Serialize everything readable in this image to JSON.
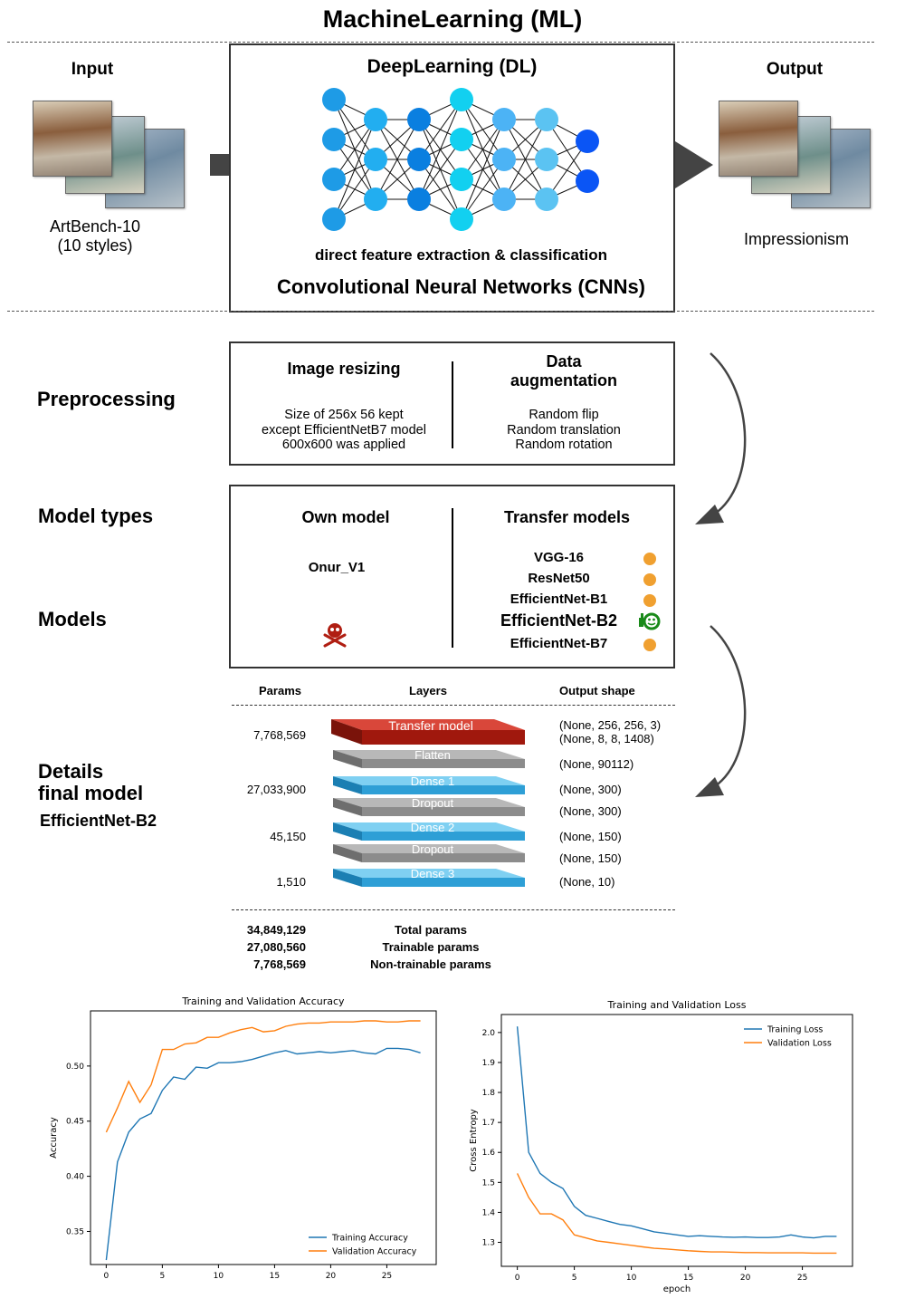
{
  "title": "MachineLearning (ML)",
  "top": {
    "input_label": "Input",
    "input_caption_1": "ArtBench-10",
    "input_caption_2": "(10 styles)",
    "dl_title": "DeepLearning (DL)",
    "dl_caption": "direct feature extraction & classification",
    "dl_subtitle": "Convolutional Neural Networks (CNNs)",
    "output_label": "Output",
    "output_caption": "Impressionism"
  },
  "preprocessing": {
    "heading": "Preprocessing",
    "left_title": "Image resizing",
    "left_lines": [
      "Size of 256x 56 kept",
      "except EfficientNetB7 model",
      "600x600 was applied"
    ],
    "right_title_1": "Data",
    "right_title_2": "augmentation",
    "right_lines": [
      "Random flip",
      "Random translation",
      "Random rotation"
    ]
  },
  "models": {
    "heading_types": "Model types",
    "heading_models": "Models",
    "own_title": "Own model",
    "own_model": "Onur_V1",
    "transfer_title": "Transfer models",
    "transfer_list": [
      "VGG-16",
      "ResNet50",
      "EfficientNet-B1",
      "EfficientNet-B2",
      "EfficientNet-B7"
    ]
  },
  "details": {
    "heading_1": "Details",
    "heading_2": "final model",
    "heading_3": "EfficientNet-B2",
    "col_params": "Params",
    "col_layers": "Layers",
    "col_output": "Output shape",
    "layers": [
      {
        "name": "Transfer model",
        "params": "7,768,569",
        "output": "(None, 256, 256, 3)",
        "output2": "(None, 8, 8, 1408)",
        "color": "#b01e12"
      },
      {
        "name": "Flatten",
        "params": "",
        "output": "(None, 90112)",
        "output2": "",
        "color": "#9a9a9a"
      },
      {
        "name": "Dense 1",
        "params": "27,033,900",
        "output": "(None, 300)",
        "output2": "",
        "color": "#3aa8dc"
      },
      {
        "name": "Dropout",
        "params": "",
        "output": "(None, 300)",
        "output2": "",
        "color": "#9a9a9a"
      },
      {
        "name": "Dense 2",
        "params": "45,150",
        "output": "(None, 150)",
        "output2": "",
        "color": "#3aa8dc"
      },
      {
        "name": "Dropout",
        "params": "",
        "output": "(None, 150)",
        "output2": "",
        "color": "#9a9a9a"
      },
      {
        "name": "Dense 3",
        "params": "1,510",
        "output": "(None, 10)",
        "output2": "",
        "color": "#3aa8dc"
      }
    ],
    "totals": [
      {
        "value": "34,849,129",
        "label": "Total params"
      },
      {
        "value": "27,080,560",
        "label": "Trainable params"
      },
      {
        "value": "7,768,569",
        "label": "Non-trainable params"
      }
    ]
  },
  "chart_data": [
    {
      "type": "line",
      "title": "Training and Validation Accuracy",
      "xlabel": "",
      "ylabel": "Accuracy",
      "xlim": [
        -1.4,
        29.4
      ],
      "ylim": [
        0.32,
        0.55
      ],
      "xticks": [
        0,
        5,
        10,
        15,
        20,
        25
      ],
      "yticks": [
        0.35,
        0.4,
        0.45,
        0.5
      ],
      "legend": "lower-right",
      "x": [
        0,
        1,
        2,
        3,
        4,
        5,
        6,
        7,
        8,
        9,
        10,
        11,
        12,
        13,
        14,
        15,
        16,
        17,
        18,
        19,
        20,
        21,
        22,
        23,
        24,
        25,
        26,
        27,
        28
      ],
      "series": [
        {
          "name": "Training Accuracy",
          "color": "#1f77b4",
          "values": [
            0.324,
            0.413,
            0.44,
            0.452,
            0.457,
            0.478,
            0.49,
            0.488,
            0.499,
            0.498,
            0.503,
            0.503,
            0.504,
            0.506,
            0.509,
            0.512,
            0.514,
            0.511,
            0.512,
            0.513,
            0.512,
            0.513,
            0.514,
            0.512,
            0.511,
            0.516,
            0.516,
            0.515,
            0.512
          ]
        },
        {
          "name": "Validation Accuracy",
          "color": "#ff7f0e",
          "values": [
            0.44,
            0.462,
            0.486,
            0.467,
            0.483,
            0.515,
            0.515,
            0.52,
            0.521,
            0.526,
            0.526,
            0.53,
            0.533,
            0.535,
            0.531,
            0.532,
            0.536,
            0.538,
            0.539,
            0.539,
            0.54,
            0.54,
            0.54,
            0.541,
            0.541,
            0.54,
            0.54,
            0.541,
            0.541
          ]
        }
      ]
    },
    {
      "type": "line",
      "title": "Training and Validation Loss",
      "xlabel": "epoch",
      "ylabel": "Cross Entropy",
      "xlim": [
        -1.4,
        29.4
      ],
      "ylim": [
        1.22,
        2.06
      ],
      "xticks": [
        0,
        5,
        10,
        15,
        20,
        25
      ],
      "yticks": [
        1.3,
        1.4,
        1.5,
        1.6,
        1.7,
        1.8,
        1.9,
        2.0
      ],
      "legend": "top-right",
      "x": [
        0,
        1,
        2,
        3,
        4,
        5,
        6,
        7,
        8,
        9,
        10,
        11,
        12,
        13,
        14,
        15,
        16,
        17,
        18,
        19,
        20,
        21,
        22,
        23,
        24,
        25,
        26,
        27,
        28
      ],
      "series": [
        {
          "name": "Training Loss",
          "color": "#1f77b4",
          "values": [
            2.02,
            1.6,
            1.53,
            1.5,
            1.48,
            1.42,
            1.39,
            1.38,
            1.37,
            1.36,
            1.355,
            1.345,
            1.335,
            1.33,
            1.325,
            1.32,
            1.322,
            1.32,
            1.318,
            1.317,
            1.318,
            1.316,
            1.316,
            1.318,
            1.325,
            1.318,
            1.315,
            1.32,
            1.32
          ]
        },
        {
          "name": "Validation Loss",
          "color": "#ff7f0e",
          "values": [
            1.53,
            1.45,
            1.395,
            1.395,
            1.375,
            1.325,
            1.315,
            1.305,
            1.3,
            1.295,
            1.29,
            1.285,
            1.28,
            1.278,
            1.275,
            1.272,
            1.27,
            1.268,
            1.268,
            1.267,
            1.266,
            1.266,
            1.265,
            1.265,
            1.265,
            1.265,
            1.264,
            1.264,
            1.264
          ]
        }
      ]
    }
  ]
}
